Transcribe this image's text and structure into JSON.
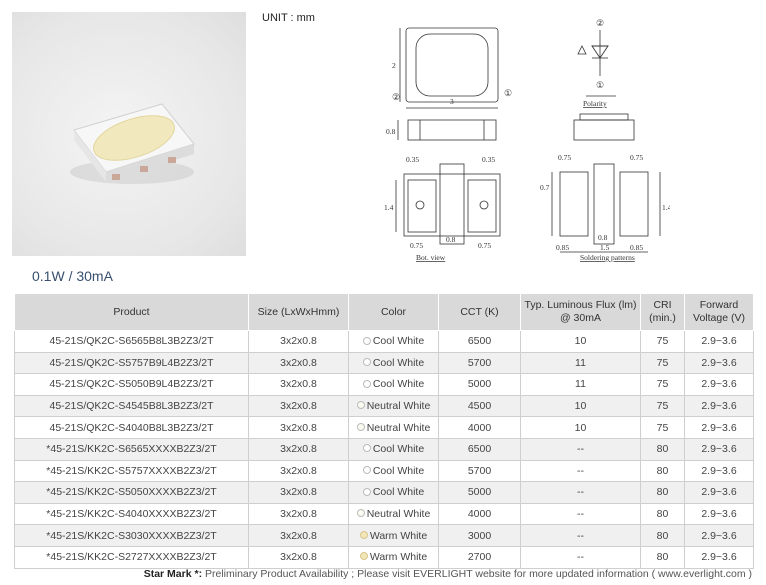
{
  "unit_label": "UNIT : mm",
  "power_rating": "0.1W / 30mA",
  "drawing_labels": {
    "dim_3": "3",
    "dim_2": "2",
    "dim_08": "0.8",
    "marker_1": "①",
    "marker_2": "②",
    "polarity": "Polarity",
    "bot_view": "Bot. view",
    "soldering": "Soldering patterns",
    "d_035_a": "0.35",
    "d_035_b": "0.35",
    "d_14_a": "1.4",
    "d_075_a": "0.75",
    "d_08_a": "0.8",
    "d_075_b": "0.75",
    "d_075_c": "0.75",
    "d_075_d": "0.75",
    "d_07": "0.7",
    "d_14_b": "1.4",
    "d_08_b": "0.8",
    "d_085_a": "0.85",
    "d_15": "1.5",
    "d_085_b": "0.85"
  },
  "table": {
    "headers": [
      "Product",
      "Size (LxWxHmm)",
      "Color",
      "CCT (K)",
      "Typ. Luminous Flux (lm) @ 30mA",
      "CRI (min.)",
      "Forward Voltage (V)"
    ],
    "rows": [
      {
        "product": "45-21S/QK2C-S6565B8L3B2Z3/2T",
        "size": "3x2x0.8",
        "color": "Cool White",
        "tone": "cool",
        "cct": "6500",
        "flux": "10",
        "cri": "75",
        "vf": "2.9~3.6"
      },
      {
        "product": "45-21S/QK2C-S5757B9L4B2Z3/2T",
        "size": "3x2x0.8",
        "color": "Cool White",
        "tone": "cool",
        "cct": "5700",
        "flux": "11",
        "cri": "75",
        "vf": "2.9~3.6"
      },
      {
        "product": "45-21S/QK2C-S5050B9L4B2Z3/2T",
        "size": "3x2x0.8",
        "color": "Cool White",
        "tone": "cool",
        "cct": "5000",
        "flux": "11",
        "cri": "75",
        "vf": "2.9~3.6"
      },
      {
        "product": "45-21S/QK2C-S4545B8L3B2Z3/2T",
        "size": "3x2x0.8",
        "color": "Neutral White",
        "tone": "neutral",
        "cct": "4500",
        "flux": "10",
        "cri": "75",
        "vf": "2.9~3.6"
      },
      {
        "product": "45-21S/QK2C-S4040B8L3B2Z3/2T",
        "size": "3x2x0.8",
        "color": "Neutral White",
        "tone": "neutral",
        "cct": "4000",
        "flux": "10",
        "cri": "75",
        "vf": "2.9~3.6"
      },
      {
        "product": "*45-21S/KK2C-S6565XXXXB2Z3/2T",
        "size": "3x2x0.8",
        "color": "Cool White",
        "tone": "cool",
        "cct": "6500",
        "flux": "--",
        "cri": "80",
        "vf": "2.9~3.6"
      },
      {
        "product": "*45-21S/KK2C-S5757XXXXB2Z3/2T",
        "size": "3x2x0.8",
        "color": "Cool White",
        "tone": "cool",
        "cct": "5700",
        "flux": "--",
        "cri": "80",
        "vf": "2.9~3.6"
      },
      {
        "product": "*45-21S/KK2C-S5050XXXXB2Z3/2T",
        "size": "3x2x0.8",
        "color": "Cool White",
        "tone": "cool",
        "cct": "5000",
        "flux": "--",
        "cri": "80",
        "vf": "2.9~3.6"
      },
      {
        "product": "*45-21S/KK2C-S4040XXXXB2Z3/2T",
        "size": "3x2x0.8",
        "color": "Neutral White",
        "tone": "neutral",
        "cct": "4000",
        "flux": "--",
        "cri": "80",
        "vf": "2.9~3.6"
      },
      {
        "product": "*45-21S/KK2C-S3030XXXXB2Z3/2T",
        "size": "3x2x0.8",
        "color": "Warm White",
        "tone": "warm",
        "cct": "3000",
        "flux": "--",
        "cri": "80",
        "vf": "2.9~3.6"
      },
      {
        "product": "*45-21S/KK2C-S2727XXXXB2Z3/2T",
        "size": "3x2x0.8",
        "color": "Warm White",
        "tone": "warm",
        "cct": "2700",
        "flux": "--",
        "cri": "80",
        "vf": "2.9~3.6"
      }
    ]
  },
  "footer": {
    "star_mark": "Star Mark *:",
    "note": " Preliminary Product Availability ; Please visit EVERLIGHT website for more updated information ( www.everlight.com )"
  }
}
